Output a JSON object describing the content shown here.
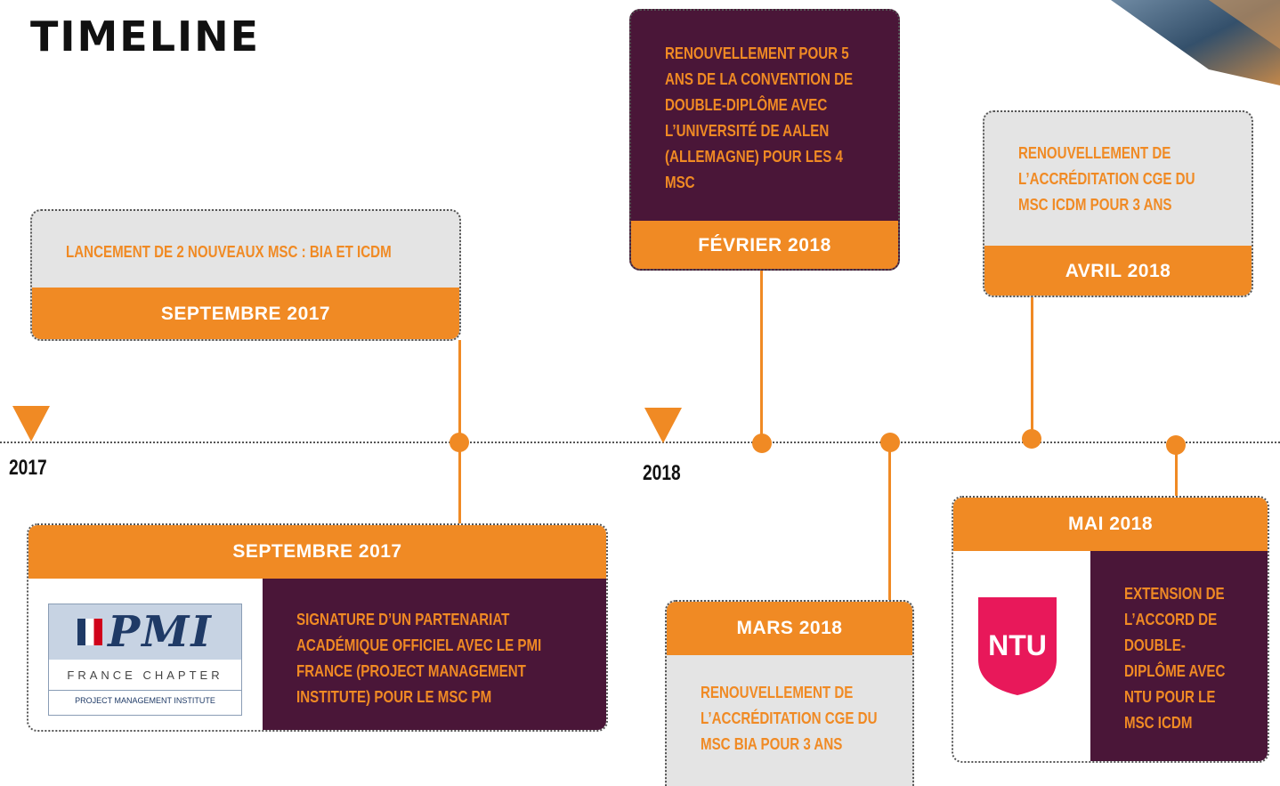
{
  "page": {
    "title": "TIMELINE"
  },
  "years": [
    "2017",
    "2018"
  ],
  "events": {
    "sept_launch": {
      "date": "SEPTEMBRE 2017",
      "text": "LANCEMENT DE 2 NOUVEAUX MSC : BIA ET ICDM"
    },
    "sept_pmi": {
      "date": "SEPTEMBRE 2017",
      "text": "SIGNATURE D’UN PARTENARIAT ACADÉMIQUE OFFICIEL AVEC LE PMI FRANCE (PROJECT MANAGEMENT INSTITUTE) POUR LE MSC PM",
      "logo": {
        "mark": "PMI",
        "line1": "FRANCE CHAPTER",
        "line2": "PROJECT MANAGEMENT INSTITUTE"
      }
    },
    "fev": {
      "date": "FÉVRIER 2018",
      "text": "RENOUVELLEMENT POUR 5 ANS DE LA CONVENTION DE DOUBLE-DIPLÔME AVEC L’UNIVERSITÉ DE AALEN (ALLEMAGNE) POUR LES 4 MSC"
    },
    "mars": {
      "date": "MARS 2018",
      "text": "RENOUVELLEMENT DE L’ACCRÉDITATION CGE DU MSC BIA POUR 3 ANS"
    },
    "avril": {
      "date": "AVRIL 2018",
      "text": "RENOUVELLEMENT DE L’ACCRÉDITATION CGE DU MSC ICDM POUR 3 ANS"
    },
    "mai": {
      "date": "MAI 2018",
      "text": "EXTENSION DE L’ACCORD DE DOUBLE-DIPLÔME AVEC NTU POUR LE MSC ICDM",
      "logo": {
        "mark": "NTU"
      }
    }
  },
  "colors": {
    "accent": "#f08a24",
    "purple": "#4a1638",
    "grey": "#e4e4e4",
    "text_dark": "#111111"
  },
  "icons": [
    "year-marker-triangle",
    "timeline-dot",
    "pmi-logo",
    "ntu-logo",
    "corner-photo"
  ]
}
